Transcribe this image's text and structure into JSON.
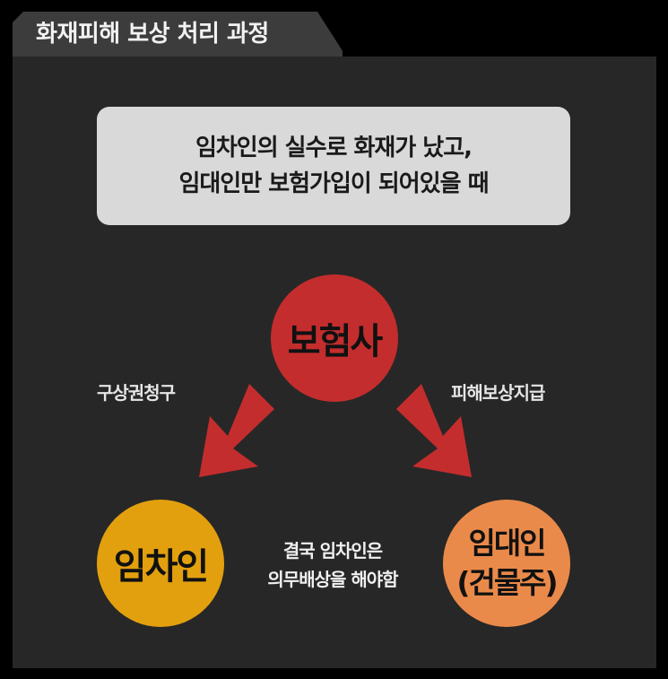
{
  "header": {
    "title": "화재피해 보상 처리 과정"
  },
  "scenario": {
    "line1": "임차인의 실수로 화재가 났고,",
    "line2": "임대인만 보험가입이 되어있을 때"
  },
  "nodes": {
    "insurer": "보험사",
    "tenant": "임차인",
    "landlord_line1": "임대인",
    "landlord_line2": "(건물주)"
  },
  "edges": {
    "insurer_to_tenant": "구상권청구",
    "insurer_to_landlord": "피해보상지급"
  },
  "conclusion": {
    "line1": "결국 임차인은",
    "line2": "의무배상을 해야함"
  },
  "colors": {
    "insurer": "#c42d2d",
    "tenant": "#e2a00e",
    "landlord": "#ea8a4a",
    "arrow": "#c42d2d",
    "panel": "#272727",
    "box": "#d9d9d9"
  }
}
